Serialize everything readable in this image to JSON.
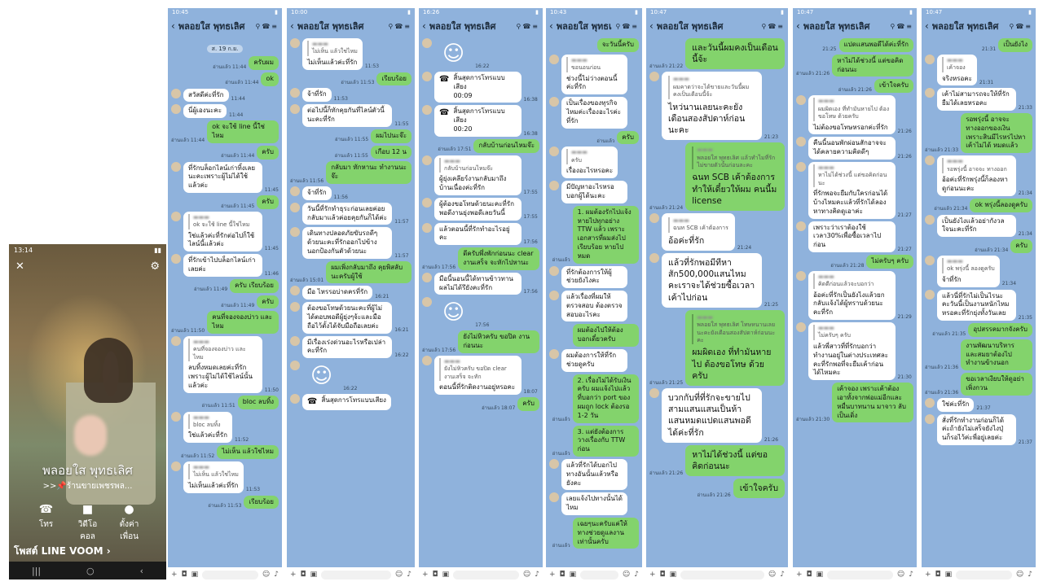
{
  "profile": {
    "status_time": "13:14",
    "name": "พลอยใส พุทธเลิศ",
    "status": ">>📌ร้านขายเพชรพล...",
    "actions": [
      {
        "icon": "phone-icon",
        "glyph": "☎",
        "label": "โทร"
      },
      {
        "icon": "video-icon",
        "glyph": "■",
        "label": "วิดีโอคอล"
      },
      {
        "icon": "profile-settings-icon",
        "glyph": "●",
        "label": "ตั้งค่าเพื่อน"
      }
    ],
    "voom_link": "โพสต์ LINE VOOM ›",
    "nav": [
      "|||",
      "○",
      "‹"
    ]
  },
  "chat_title": "พลอยใส พุทธเลิศ",
  "panels": [
    {
      "time": "10:45",
      "date": "ส. 19 ก.ย.",
      "messages": [
        {
          "side": "out",
          "text": "ครับผม",
          "meta": "อ่านแล้ว 11:44"
        },
        {
          "side": "out",
          "text": "ok",
          "meta": "อ่านแล้ว 11:44"
        },
        {
          "side": "in",
          "text": "สวัสดีค่ะที่รัก",
          "meta": "11:44"
        },
        {
          "side": "in",
          "text": "นี่ผู้เองนะคะ",
          "meta": "11:44"
        },
        {
          "side": "out",
          "text": "ok จะใช้ line นี้ใช่ไหม",
          "meta": "อ่านแล้ว 11:44"
        },
        {
          "side": "out",
          "text": "ครับ",
          "meta": "อ่านแล้ว 11:44"
        },
        {
          "side": "in",
          "text": "ที่รักบล็อกไลน์เก่าทิ้งเลยนะคะเพราะผู้ไม่ได้ใช้แล้วค่ะ",
          "meta": "11:45"
        },
        {
          "side": "out",
          "text": "ครับ",
          "meta": "อ่านแล้ว 11:45"
        },
        {
          "side": "in",
          "quote": "ok จะใช้ line นี้ใช่ไหม",
          "text": "ใช่แล้วค่ะที่รักต่อไปก็ใช้ไลน์นี้แล้วค่ะ",
          "meta": "11:45"
        },
        {
          "side": "in",
          "text": "ที่รักเข้าไปบล็อกไลน์เก่าเลยค่ะ",
          "meta": "11:46"
        },
        {
          "side": "out",
          "text": "ครับ เรียบร้อย",
          "meta": "อ่านแล้ว 11:49"
        },
        {
          "side": "out",
          "text": "ครับ",
          "meta": "อ่านแล้ว 11:49"
        },
        {
          "side": "out",
          "text": "คนที่จองจองบ่าว และ ไหม",
          "meta": "อ่านแล้ว 11:50"
        },
        {
          "side": "in",
          "quote": "คนที่จองจองบ่าว และ ไหม",
          "text": "ลบทิ้งหมดเลยค่ะที่รักเพราะผู้ไม่ได้ใช้ไลน์นั้นแล้วค่ะ",
          "meta": "11:50"
        },
        {
          "side": "out",
          "text": "bloc ลบทิ้ง",
          "meta": "อ่านแล้ว 11:51"
        },
        {
          "side": "in",
          "quote": "bloc ลบทิ้ง",
          "text": "ใช่แล้วค่ะที่รัก",
          "meta": "11:52"
        },
        {
          "side": "out",
          "text": "ไม่เห็น แล้วใช่ไหม",
          "meta": "อ่านแล้ว 11:52"
        },
        {
          "side": "in",
          "quote": "ไม่เห็น แล้วใช่ไหม",
          "text": "ไม่เห็นแล้วค่ะที่รัก",
          "meta": "11:53"
        },
        {
          "side": "out",
          "text": "เรียบร้อย",
          "meta": "อ่านแล้ว 11:53"
        }
      ]
    },
    {
      "time": "10:00",
      "messages": [
        {
          "side": "in",
          "quote": "ไม่เห็น แล้วใช่ไหม",
          "text": "ไม่เห็นแล้วค่ะที่รัก",
          "meta": "11:53"
        },
        {
          "side": "out",
          "text": "เรียบร้อย",
          "meta": "อ่านแล้ว 11:53"
        },
        {
          "side": "in",
          "text": "จ้าที่รัก",
          "meta": "11:53"
        },
        {
          "side": "in",
          "text": "ต่อไปนี้ก็ทักคุยกันที่ไลน์ตัวนี้นะคะที่รัก",
          "meta": "11:55"
        },
        {
          "side": "out",
          "text": "ผมไปนะจ๊ะ",
          "meta": "อ่านแล้ว 11:55"
        },
        {
          "side": "out",
          "text": "เกือบ 12 น",
          "meta": "อ่านแล้ว 11:55"
        },
        {
          "side": "out",
          "text": "กลับมา ทักหานะ ทำงานนะจ๊ะ",
          "meta": "อ่านแล้ว 11:56"
        },
        {
          "side": "in",
          "text": "จ้าที่รัก",
          "meta": "11:56"
        },
        {
          "side": "in",
          "text": "วันนี้ที่รักทำธุระก่อนเลยค่อยกลับมาแล้วค่อยคุยกันก็ได้ค่ะ",
          "meta": "11:57"
        },
        {
          "side": "in",
          "text": "เดินทางปลอดภัยขับรถดีๆด้วยนะคะที่รักออกไปข้างนอกป้องกันตัวด้วยนะ",
          "meta": "11:57"
        },
        {
          "side": "out",
          "text": "ผมเพิ่งกลับมาถึง คุยพิสลับนะครับผู้ใช้",
          "meta": "อ่านแล้ว 15:01"
        },
        {
          "side": "in",
          "text": "มือ ไหรรอบ่าดครที่รัก",
          "meta": "16:21"
        },
        {
          "side": "in",
          "text": "ต้องขอโทษด้วยนะคะที่ผู้ไม่ได้ตอบพอดีผู้ยุ่งๆจ้ะและมือถือไว้ตั้งได้จับมือถือเลยค่ะ",
          "meta": "16:21"
        },
        {
          "side": "in",
          "text": "มีเรื่องเร่งด่วนอะไรหรือเปล่าคะที่รัก",
          "meta": "16:22"
        },
        {
          "side": "in",
          "sticker": true,
          "text": "☺",
          "meta": "16:22"
        },
        {
          "side": "in",
          "call": true,
          "text": "สิ้นสุดการโทรแบบเสียง",
          "meta": ""
        }
      ]
    },
    {
      "time": "16:26",
      "messages": [
        {
          "side": "in",
          "sticker": true,
          "text": "☺",
          "meta": "16:22"
        },
        {
          "side": "in",
          "call": true,
          "text": "สิ้นสุดการโทรแบบเสียง",
          "duration": "00:09",
          "meta": "16:38"
        },
        {
          "side": "in",
          "call": true,
          "text": "สิ้นสุดการโทรแบบเสียง",
          "duration": "00:20",
          "meta": "16:38"
        },
        {
          "side": "out",
          "text": "กลับบ้านก่อนไหมจ๊ะ",
          "meta": "อ่านแล้ว 17:51"
        },
        {
          "side": "in",
          "quote": "กลับบ้านก่อนไหมจ๊ะ",
          "text": "ผู้ยุ่งเคลียร์งานกลับมาถึงบ้านเนื่องค่ะที่รัก",
          "meta": "17:55"
        },
        {
          "side": "in",
          "text": "ผู้ต้องขอโทษด้วยนะคะที่รักพอดีงานยุ่งพอดีเลยวันนี้",
          "meta": "17:55"
        },
        {
          "side": "in",
          "text": "แล้วตอนนี้ที่รักทำอะไรอยู่คะ",
          "meta": "17:56"
        },
        {
          "side": "out",
          "text": "ดีครับพึ่งพักก่อนนะ clear งานเสร็จ จะหักไปหานะ",
          "meta": "อ่านแล้ว 17:56"
        },
        {
          "side": "in",
          "text": "มือนี้นอนนี้ได้ทานข้าวทานผลไม่ได้รึยังคะที่รัก",
          "meta": "17:56"
        },
        {
          "side": "in",
          "sticker": true,
          "text": "☺",
          "meta": "17:56"
        },
        {
          "side": "out",
          "text": "ยังไม่หิวครับ ขอปิด งานก่อนนะ",
          "meta": "อ่านแล้ว 17:56"
        },
        {
          "side": "in",
          "quote": "ยังไม่หิวครับ ขอปิด clear งานเสร็จ จะทัก",
          "text": "ตอนนี้ที่รักติดงานอยู่หรอคะ",
          "meta": "18:07"
        },
        {
          "side": "out",
          "text": "ครับ",
          "meta": "อ่านแล้ว 18:07"
        }
      ]
    },
    {
      "time": "10:43",
      "messages": [
        {
          "side": "out",
          "text": "จะวันนี้ครับ",
          "meta": ""
        },
        {
          "side": "in",
          "quote": "ขอนอนก่อน",
          "text": "ช่วงนี้ไม่ว่างตอนนี้ค่ะที่รัก",
          "meta": ""
        },
        {
          "side": "in",
          "text": "เป็นเรื่องของทุรกิจไหมค่ะเรื่องอะไรค่ะที่รัก",
          "meta": ""
        },
        {
          "side": "out",
          "text": "ครับ",
          "meta": "อ่านแล้ว"
        },
        {
          "side": "in",
          "quote": "ครับ",
          "text": "เรื่องอะไรหรอคะ",
          "meta": ""
        },
        {
          "side": "in",
          "text": "มีปัญหาอะไรหรอบอกผู้ได้นะคะ",
          "meta": ""
        },
        {
          "side": "out",
          "text": "1. ผมต้องรักไปแจ้ง หายไปทุกอย่าง TTW แล้ว เพราะเอกสารที่ผมส่งไปเรียบร้อย หายไปหมด",
          "meta": "อ่านแล้ว"
        },
        {
          "side": "in",
          "text": "ที่รักต้องการให้ผู้ช่วยยังไงคะ",
          "meta": ""
        },
        {
          "side": "in",
          "text": "แล้วเรื่องที่ผมให้ตรวจสอบ ต้องตรวจสอบอะไรคะ",
          "meta": ""
        },
        {
          "side": "out",
          "text": "ผมต้องไปให้ต้องบอกเดี๋ยวครับ",
          "meta": ""
        },
        {
          "side": "in",
          "text": "ผมต้องการให้ที่รักช่วยดูครับ",
          "meta": ""
        },
        {
          "side": "out",
          "text": "2. เรื่องไม่ได้รับเงินครับ ผมแจ้งไปแล้ว ที่บอกว่า port ของผมถูก lock ต้องรอ 1-2 วัน",
          "meta": "อ่านแล้ว"
        },
        {
          "side": "out",
          "text": "3. แต่ยังต้องการวางเรื่องกับ TTW ก่อน",
          "meta": "อ่านแล้ว"
        },
        {
          "side": "in",
          "text": "แล้วที่รักได้บอกไปทางอันนั้นแล้วหรือยังคะ",
          "meta": ""
        },
        {
          "side": "in",
          "text": "เลยแจ้งไปทางนั้นได้ไหม",
          "meta": ""
        },
        {
          "side": "out",
          "text": "เฉยๆนะครับแค่ให้ทางช่วยดูแลงานเท่านั้นครับ",
          "meta": "อ่านแล้ว"
        }
      ]
    },
    {
      "time": "10:47",
      "messages": [
        {
          "side": "out",
          "text": "และวันนี้ผมคงเป็นเดือนนี้จ้ะ",
          "meta": "อ่านแล้ว 21:22",
          "big": true
        },
        {
          "side": "in",
          "quote": "ผมคาดว่าจะได้ขายและวันนี้ผมคงเป็นเดือนนี้จ้ะ",
          "text": "ไหว่นานเลยนะคะยังเดือนสองสัปดาห์ก่อนนะคะ",
          "meta": "21:23",
          "big": true
        },
        {
          "side": "out",
          "quote": "พลอยใส พุทธเลิศ แล้วทำไมที่รักไม่ขายตัวนั้นก่อนละคะ",
          "text": "ฉนท SCB เค้าต้องการทำให้เดี๋ยวให้ผม คนนี้ม license",
          "meta": "อ่านแล้ว 21:24",
          "big": true
        },
        {
          "side": "in",
          "quote": "ฉนท SCB เค้าต้องการ",
          "text": "อ้อค่ะที่รัก",
          "meta": "21:24",
          "big": true
        },
        {
          "side": "in",
          "text": "แล้วที่รักพอมีทีหาสัก500,000แสนไหมคะเราจะได้ช่วยซื้อเวลาเค้าไปก่อน",
          "meta": "21:25",
          "big": true
        },
        {
          "side": "out",
          "quote": "พลอยใส พุทธเลิศ โทษหนานเลยนะคะยังเดือนสองสัปดาห์ก่อนนะคะ",
          "text": "ผมผิดเอง ที่ทำมันหายไป ต้องขอโทษ ด้วยครับ",
          "meta": "อ่านแล้ว 21:25",
          "big": true
        },
        {
          "side": "in",
          "text": "บวกกับที่ที่รักจะขายไปสามแสนแสนเป็นห้าแสนหมดแปดแสนพอดีได้ค่ะที่รัก",
          "meta": "21:26",
          "big": true
        },
        {
          "side": "out",
          "text": "หาไม่ได้ช่วงนี้ แต่ขอคิดก่อนนะ",
          "meta": "อ่านแล้ว 21:26",
          "big": true
        },
        {
          "side": "out",
          "text": "เข้าใจครับ",
          "meta": "อ่านแล้ว 21:26",
          "big": true
        }
      ]
    },
    {
      "time": "10:47",
      "messages": [
        {
          "side": "out",
          "text": "แปดแสนพอดีได้ค่ะที่รัก",
          "meta": "21:25"
        },
        {
          "side": "out",
          "text": "หาไม่ได้ช่วงนี้ แต่ขอคิดก่อนนะ",
          "meta": "อ่านแล้ว 21:26"
        },
        {
          "side": "out",
          "text": "เข้าใจครับ",
          "meta": "อ่านแล้ว 21:26"
        },
        {
          "side": "in",
          "quote": "ผมผิดเอง ที่ทำมันหายไป ต้องขอโทษ ด้วยครับ",
          "text": "ไม่ต้องขอโทษหรอกค่ะที่รัก",
          "meta": "21:26"
        },
        {
          "side": "in",
          "text": "คืนนี้นอนพักผ่อนสักอาจจะได้คลายความคิดดีๆ",
          "meta": "21:26"
        },
        {
          "side": "in",
          "quote": "หาไม่ได้ช่วงนี้ แต่ขอคิดก่อนนะ",
          "text": "ที่รักพอจะยืมกับใครก่อนได้บ้างไหมคะแล้วที่รักได้ลองหาทางคิดดูเอาค่ะ",
          "meta": "21:27"
        },
        {
          "side": "in",
          "text": "เพราะว่าเราต้องใช้เวลา30%เพื่อซื้อเวลาไปก่อน",
          "meta": "21:27"
        },
        {
          "side": "out",
          "text": "ไม่ครับๆ ครับ",
          "meta": "อ่านแล้ว 21:28"
        },
        {
          "side": "in",
          "quote": "คิดดีก่อนแล้วจะบอกว่า",
          "text": "อ้อค่ะที่รักเป็นยังไงแล้วยกกลับแจ้งได้ผู้ทราบด้วยนะคะที่รัก",
          "meta": "21:29"
        },
        {
          "side": "in",
          "quote": "ไม่ครับๆ ครับ",
          "text": "แล้วพี่สาวที่ที่รักบอกว่าทำงานอยู่ในต่างประเทศละคะที่รักพอที่จะยืมเค้าก่อนได้ไหมคะ",
          "meta": "21:30"
        },
        {
          "side": "out",
          "text": "เค้าจอง เพราะเค้าต้องเอาทั้งจากพ่อแม่อีกและ หมื่นบาทนาน มาจาว ลับ เป็นเดิ่ง",
          "meta": "อ่านแล้ว 21:30"
        }
      ]
    },
    {
      "time": "10:47",
      "messages": [
        {
          "side": "out",
          "text": "เป็นยังไง",
          "meta": "21:31"
        },
        {
          "side": "in",
          "quote": "เค้าจอง",
          "text": "จริงหรอคะ",
          "meta": "21:31"
        },
        {
          "side": "in",
          "text": "เค้าไม่สามารถจะให้ที่รักยืมได้เลยหรอคะ",
          "meta": "21:33"
        },
        {
          "side": "out",
          "text": "รอพรุ่งนี้ อาจจะทางออกของเงิน เพราะสินมีไรหรไปหาเค้าไม่ได้ หมดแล้ว",
          "meta": "อ่านแล้ว 21:33"
        },
        {
          "side": "in",
          "quote": "รอพรุ่งนี้ อาจจะ ทางออก",
          "text": "อ้อค่ะที่รักพรุ่งนี้ก็ลองหาดูก่อนนะคะ",
          "meta": "21:34"
        },
        {
          "side": "out",
          "text": "ok พรุ่งนี้ลองดูครับ",
          "meta": "อ่านแล้ว 21:34"
        },
        {
          "side": "in",
          "text": "เป็นยังไงแล้วอย่ากังวลใจนะคะที่รัก",
          "meta": "21:34"
        },
        {
          "side": "out",
          "text": "ครับ",
          "meta": "อ่านแล้ว 21:34"
        },
        {
          "side": "in",
          "quote": "ok พรุ่งนี้ ลองดูครับ",
          "text": "จ้าที่รัก",
          "meta": "21:34"
        },
        {
          "side": "in",
          "text": "แล้วนี่ที่รักไม่เป็นไรนะคะวันนี้เป็นงานหนักไหมหรอคะที่รักยุ่งทั้งวันเลย",
          "meta": "21:35"
        },
        {
          "side": "out",
          "text": "อุปสรรคมากจังครับ",
          "meta": "อ่านแล้ว 21:35"
        },
        {
          "side": "out",
          "text": "งานพัฒนาบริหาร และสมยาต้องไปทำงานข้างนอก",
          "meta": "อ่านแล้ว 21:36"
        },
        {
          "side": "out",
          "text": "ขอเวลาเงียบให้ดูอย่าเพิ่งกวน",
          "meta": "อ่านแล้ว 21:36"
        },
        {
          "side": "in",
          "text": "ใช่ค่ะที่รัก",
          "meta": "21:37"
        },
        {
          "side": "in",
          "text": "สั่งที่รักทำงานก่อนก็ได้ค่ะถ้ายังไม่เสร็จยังไงปุ่นก็รอไว้ค่ะพี่อยู่เลยค่ะ",
          "meta": "21:37"
        }
      ]
    }
  ]
}
